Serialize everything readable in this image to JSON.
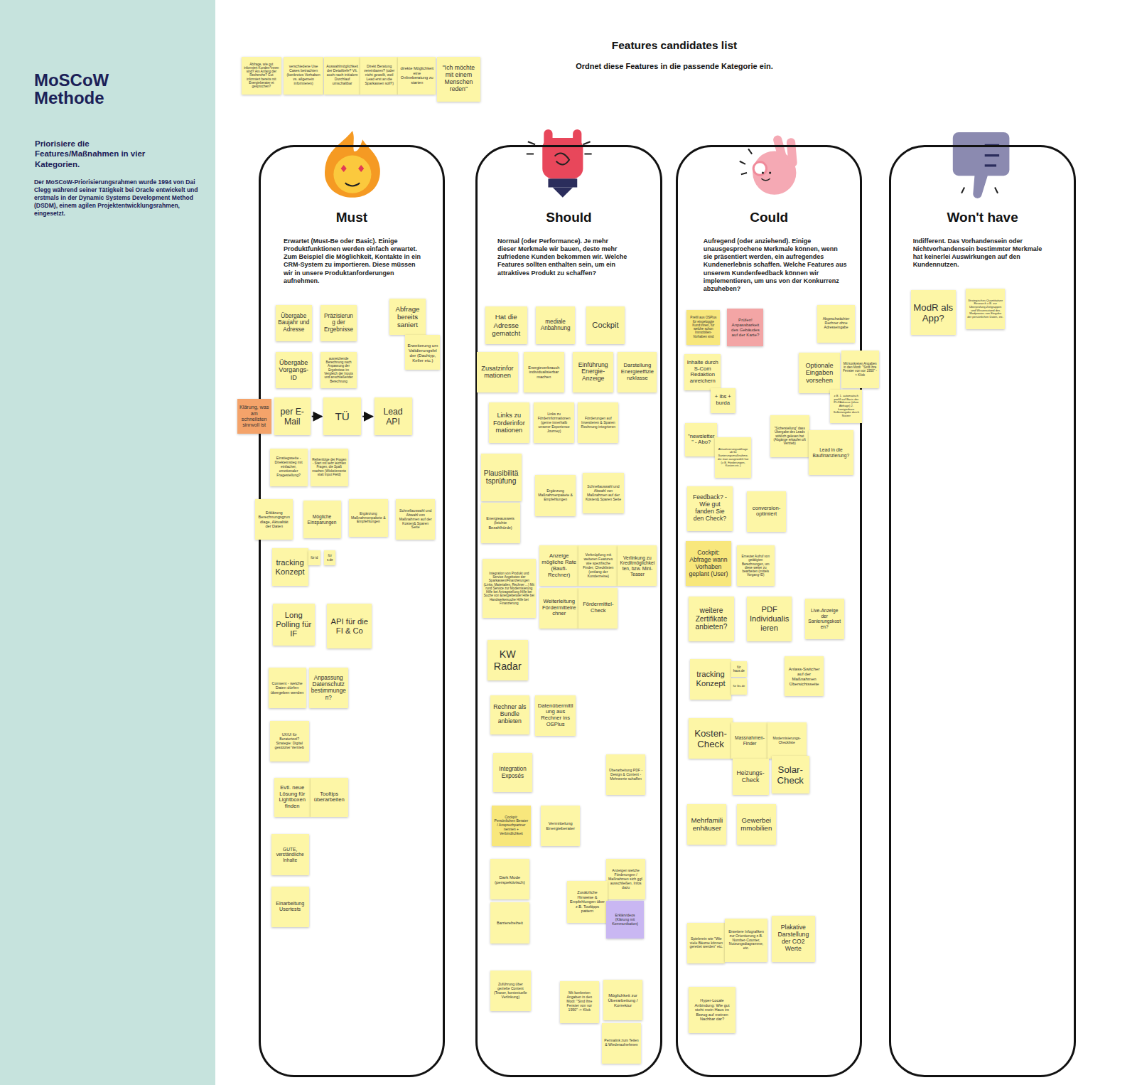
{
  "diagram": {
    "title": "Features candidates list",
    "labels": [
      "Ordnet diese Features in die passende Kategorie ein."
    ],
    "nodes": [
      {
        "text": [
          "MoSCoW Methode",
          "Priorisiere die Features/Maßnahmen in vier Kategorien.",
          "Der MoSCoW-Priorisierungsrahmen wurde 1994 von Dai Clegg während seiner Tätigkeit bei Oracle entwickelt und erstmals in der Dynamic Systems Development Method (DSDM), einem agilen Projektentwicklungsrahmen, eingesetzt."
        ]
      },
      {
        "text": [
          "Abfrage, wie gut informiert Kunden*innen sind? Am Anfang der Recherche? Gut informiert bereits mit Energieberater et gesprochen?"
        ]
      },
      {
        "text": [
          "verschiedene Use Cases betrachten (konkretes Vorhaben vs. allgemein informieren)"
        ]
      },
      {
        "text": [
          "Auswahlmöglichkeit der Detailtiefe? Vlt. auch nach initialem Durchlauf umschaltbar"
        ]
      },
      {
        "text": [
          "Direkt Beratung vereinbaren? (oder nicht gewollt, weil Lead erst an die Sparkassen soll?)"
        ]
      },
      {
        "text": [
          "direkte Möglichkeit eine Onlineberatung zu starten"
        ]
      },
      {
        "text": [
          "\"Ich möchte mit einem Menschen reden\""
        ]
      },
      {
        "text": [
          "Must",
          "Erwartet (Must-Be oder Basic). Einige Produktfunktionen werden einfach erwartet. Zum Beispiel die Möglichkeit, Kontakte in ein CRM-System zu importieren. Diese müssen wir in unsere Produktanforderungen aufnehmen."
        ]
      },
      {
        "text": [
          "Should",
          "Normal (oder Performance). Je mehr dieser Merkmale wir bauen, desto mehr zufriedene Kunden bekommen wir. Welche Features sollten enthalten sein, um ein attraktives Produkt zu schaffen?"
        ]
      },
      {
        "text": [
          "Could",
          "Aufregend (oder anziehend). Einige unausgesprochene Merkmale können, wenn sie präsentiert werden, ein aufregendes Kundenerlebnis schaffen. Welche Features aus unserem Kundenfeedback können wir implementieren, um uns von der Konkurrenz abzuheben?"
        ]
      },
      {
        "text": [
          "Won't have",
          "Indifferent. Das Vorhandensein oder Nichtvorhandensein bestimmter Merkmale hat keinerlei Auswirkungen auf den Kundennutzen."
        ]
      },
      {
        "text": [
          "Übergabe Baujahr und Adresse"
        ],
        "in": 7
      },
      {
        "text": [
          "Präzisierung der Ergebnisse"
        ],
        "in": 7
      },
      {
        "text": [
          "Abfrage bereits saniert"
        ],
        "in": 7
      },
      {
        "text": [
          "Erweiterung um Validierungsfelder (Dachtyp, Keller etc.)"
        ],
        "in": 7
      },
      {
        "text": [
          "Übergabe Vorgangs-ID"
        ],
        "in": 7
      },
      {
        "text": [
          "ausreichende Berechnung nach Anpassung der Ergebnisse im Vergleich der Inputs und anschließender Berechnung"
        ],
        "in": 7
      },
      {
        "text": [
          "Klärung, was am schnellsten sinnvoll ist"
        ]
      },
      {
        "text": [
          "per E-Mail"
        ],
        "in": 7
      },
      {
        "text": [
          "TÜ"
        ],
        "in": 7
      },
      {
        "text": [
          "Lead API"
        ],
        "in": 7
      },
      {
        "text": [
          "Einstiegsseite - Direkteinstieg mit einfacher, emotionaler Fragestellung?"
        ],
        "in": 7
      },
      {
        "text": [
          "Reihenfolge der Fragen - Start mit sehr leichten Fragen, die Spaß machen (Wickelemente statt Input Field)"
        ],
        "in": 7
      },
      {
        "text": [
          "Erklärung Berechnungsgrundlage, Aktualität der Daten"
        ],
        "in": 7
      },
      {
        "text": [
          "Mögliche Einsparungen"
        ],
        "in": 7
      },
      {
        "text": [
          "Ergänzung Maßnahmenpakete & Empfehlungen"
        ],
        "in": 7
      },
      {
        "text": [
          "Schnellauswahl und Abwahl von Maßnahmen auf der Kosten& Sparen Seite"
        ],
        "in": 7
      },
      {
        "text": [
          "tracking Konzept"
        ],
        "in": 7
      },
      {
        "text": [
          "für id"
        ],
        "in": 7
      },
      {
        "text": [
          "für s.de"
        ],
        "in": 7
      },
      {
        "text": [
          "Long Polling für IF"
        ],
        "in": 7
      },
      {
        "text": [
          "API für die FI & Co"
        ],
        "in": 7
      },
      {
        "text": [
          "Consent - welche Daten dürfen übergeben werden"
        ],
        "in": 7
      },
      {
        "text": [
          "Anpassung Datenschutz bestimmungen?"
        ],
        "in": 7
      },
      {
        "text": [
          "UX/UI für Beratertool? Strategie: Digital gestützter Vertrieb"
        ],
        "in": 7
      },
      {
        "text": [
          "Evtl. neue Lösung für Lightboxen finden"
        ],
        "in": 7
      },
      {
        "text": [
          "Tooltips überarbeiten"
        ],
        "in": 7
      },
      {
        "text": [
          "GUTE, verständliche Inhalte"
        ],
        "in": 7
      },
      {
        "text": [
          "Einarbeitung Usertests"
        ],
        "in": 7
      },
      {
        "text": [
          "Hat die Adresse gematcht"
        ],
        "in": 8
      },
      {
        "text": [
          "mediale Anbahnung"
        ],
        "in": 8
      },
      {
        "text": [
          "Cockpit"
        ],
        "in": 8
      },
      {
        "text": [
          "Zusatzinformationen"
        ],
        "in": 8
      },
      {
        "text": [
          "Energieverbrauch individualisierbar machen"
        ],
        "in": 8
      },
      {
        "text": [
          "Einführung Energie-Anzeige"
        ],
        "in": 8
      },
      {
        "text": [
          "Darstellung Energieeffizienzklasse"
        ],
        "in": 8
      },
      {
        "text": [
          "Links zu Förderinformationen"
        ],
        "in": 8
      },
      {
        "text": [
          "Links zu Förderinformationen (gerne innerhalb unserer Experience Journey)"
        ],
        "in": 8
      },
      {
        "text": [
          "Förderungen auf Investieren & Sparen Rechnung integrieren"
        ],
        "in": 8
      },
      {
        "text": [
          "Plausibilitätsprüfung"
        ],
        "in": 8
      },
      {
        "text": [
          "Ergänzung Maßnahmenpakete & Empfehlungen"
        ],
        "in": 8
      },
      {
        "text": [
          "Schnellauswahl und Abwahl von Maßnahmen auf der Kosten& Sparen Seite"
        ],
        "in": 8
      },
      {
        "text": [
          "Energieausweis (leichte Bezahlhürde)"
        ],
        "in": 8
      },
      {
        "text": [
          "Integration von Produkt und Service Angeboten der Sparkassen/Finanzierungen (Links, Materialien, Rechner ...) Mit rund Service zur Modernisierung Hilfe bei Antragstellung Hilfe bei Suche von Energieberater Hilfe bei Handwerkersuche Hilfe bei Finanzierung"
        ],
        "in": 8
      },
      {
        "text": [
          "Anzeige mögliche Rate (Baufi-Rechner)"
        ],
        "in": 8
      },
      {
        "text": [
          "Verknüpfung mit weiteren Features wie spezifische Finder, Checklisten (entlang der Kundenreise)"
        ],
        "in": 8
      },
      {
        "text": [
          "Verlinkung zu Kreditmöglichkeiten, bzw. Mini-Teaser"
        ],
        "in": 8
      },
      {
        "text": [
          "Weiterleitung Fördermittelrechner"
        ],
        "in": 8
      },
      {
        "text": [
          "Fördermittel-Check"
        ],
        "in": 8
      },
      {
        "text": [
          "KW Radar"
        ],
        "in": 8
      },
      {
        "text": [
          "Rechner als Bundle anbieten"
        ],
        "in": 8
      },
      {
        "text": [
          "Datenübermittlung aus Rechner ins OSPlus"
        ],
        "in": 8
      },
      {
        "text": [
          "Integration Exposés"
        ],
        "in": 8
      },
      {
        "text": [
          "Überarbeitung PDF - Design & Content - Mehrwerte schaffen"
        ],
        "in": 8
      },
      {
        "text": [
          "Cockpit: Persönlichen Berater / Ansprechpartner nennen + Verbindlichkeit"
        ],
        "in": 8
      },
      {
        "text": [
          "Vermittelung Energieberater"
        ],
        "in": 8
      },
      {
        "text": [
          "Dark Mode (perspektivisch)"
        ],
        "in": 8
      },
      {
        "text": [
          "Anzeigen welche Förderungen / Maßnahmen sich ggf. ausschließen, Infos dazu"
        ],
        "in": 8
      },
      {
        "text": [
          "Zusätzliche Hinweise & Empfehlungen über z.B. Tooltipps pattern"
        ],
        "in": 8
      },
      {
        "text": [
          "Erklärvideos (Klärung mit Kommunikation)"
        ],
        "in": 8
      },
      {
        "text": [
          "Barrierefreiheit"
        ],
        "in": 8
      },
      {
        "text": [
          "Zuführung über gezielte Content (Teaser, kontextuelle Verlinkung)"
        ],
        "in": 8
      },
      {
        "text": [
          "Mit konkreten Angaben in den Modi: \"Sind Ihre Fenster von vor 1950\" -> Klick"
        ],
        "in": 8
      },
      {
        "text": [
          "Möglichkeit zur Überarbeitung / Korrektur"
        ],
        "in": 8
      },
      {
        "text": [
          "Permalink zum Teilen & Wiederaufnehmen"
        ],
        "in": 8
      },
      {
        "text": [
          "Prefill aus OSPlus für eingeloggte Kund:innen, für welche schon Immobilien-Vorhaben sind"
        ],
        "in": 9
      },
      {
        "text": [
          "Prüfen! Anpassbarkeit des Gebäudes auf der Karte?"
        ],
        "in": 9
      },
      {
        "text": [
          "Abgeschwächter Rechner ohne Adresseingabe"
        ],
        "in": 9
      },
      {
        "text": [
          "Inhalte durch S-Com Redaktion anreichern"
        ],
        "in": 9
      },
      {
        "text": [
          "+ lbs + burda"
        ],
        "in": 9
      },
      {
        "text": [
          "Optionale Eingaben vorsehen"
        ],
        "in": 9
      },
      {
        "text": [
          "Mit konkreten Angaben in den Modi: \"Sind Ihre Fenster von vor 1950\" -> Klick"
        ],
        "in": 9
      },
      {
        "text": [
          "z.B. 1. automatisch prefill auf Basis der PLZ/Adresse (ohne Abfrage) 2. korrigierbare Selbstangabe durch Nutzer"
        ],
        "in": 9
      },
      {
        "text": [
          "\"newsletter\" - Abo?"
        ],
        "in": 9
      },
      {
        "text": [
          "Aktualisierungsabfrage ab 6x Sanierungsmaßnahme, die man ausgewählt hat (z.B. Förderungen, Kosten etc.)"
        ],
        "in": 9
      },
      {
        "text": [
          "\"Sicherstellung\" dass Übergabe des Leads wirklich gelesen hat (Abgänge erkaufen oft Vertrieb)"
        ],
        "in": 9
      },
      {
        "text": [
          "Lead in die Baufinanzierung?"
        ],
        "in": 9
      },
      {
        "text": [
          "Feedback? - Wie gut fanden Sie den Check?"
        ],
        "in": 9
      },
      {
        "text": [
          "conversion-optimiert"
        ],
        "in": 9
      },
      {
        "text": [
          "Cockpit: Abfrage wann Vorhaben geplant (User)"
        ],
        "in": 9
      },
      {
        "text": [
          "Erneuter Aufruf von getätigten Berechnungen, um diese weiter zu bearbeiten (mittels Vorgang-ID)"
        ],
        "in": 9
      },
      {
        "text": [
          "weitere Zertifikate anbieten?"
        ],
        "in": 9
      },
      {
        "text": [
          "PDF Individualisieren"
        ],
        "in": 9
      },
      {
        "text": [
          "Live-Anzeige der Sanierungskosten?"
        ],
        "in": 9
      },
      {
        "text": [
          "tracking Konzept"
        ],
        "in": 9
      },
      {
        "text": [
          "für haus.de"
        ],
        "in": 9
      },
      {
        "text": [
          "für lbs.de"
        ],
        "in": 9
      },
      {
        "text": [
          "Anlass-Switcher auf der Maßnahmen Übersichtsseite"
        ],
        "in": 9
      },
      {
        "text": [
          "Kosten-Check"
        ],
        "in": 9
      },
      {
        "text": [
          "Massnahmen-Finder"
        ],
        "in": 9
      },
      {
        "text": [
          "Modernisierungs-Checkliste"
        ],
        "in": 9
      },
      {
        "text": [
          "Heizungs-Check"
        ],
        "in": 9
      },
      {
        "text": [
          "Solar-Check"
        ],
        "in": 9
      },
      {
        "text": [
          "Mehrfamilienhäuser"
        ],
        "in": 9
      },
      {
        "text": [
          "Gewerbeimmobilien"
        ],
        "in": 9
      },
      {
        "text": [
          "Spielerein wie \"Wie viele Bäume können gerettet werden\" etc."
        ],
        "in": 9
      },
      {
        "text": [
          "Erweitere Infografiken zur Orientierung z.B. Number-Counter, Nutzungsdiagramme, etc."
        ],
        "in": 9
      },
      {
        "text": [
          "Plakative Darstellung der CO2 Werte"
        ],
        "in": 9
      },
      {
        "text": [
          "Hyper-Locale Anbindung: Wie gut steht mein Haus im Bezug auf meinen Nachbar dar?"
        ],
        "in": 9
      },
      {
        "text": [
          "ModR als App?"
        ],
        "in": 10
      },
      {
        "text": [
          "Strategisches Quantitativer Research z.B. zur Überprüfung Zielgruppen und Wissensstand des Modproxies von Eingabe der persönlichen Daten, etc."
        ],
        "in": 10
      }
    ],
    "edges": [
      {
        "from": 18,
        "to": 19,
        "arrow": "to"
      },
      {
        "from": 19,
        "to": 20,
        "arrow": "to"
      }
    ]
  }
}
